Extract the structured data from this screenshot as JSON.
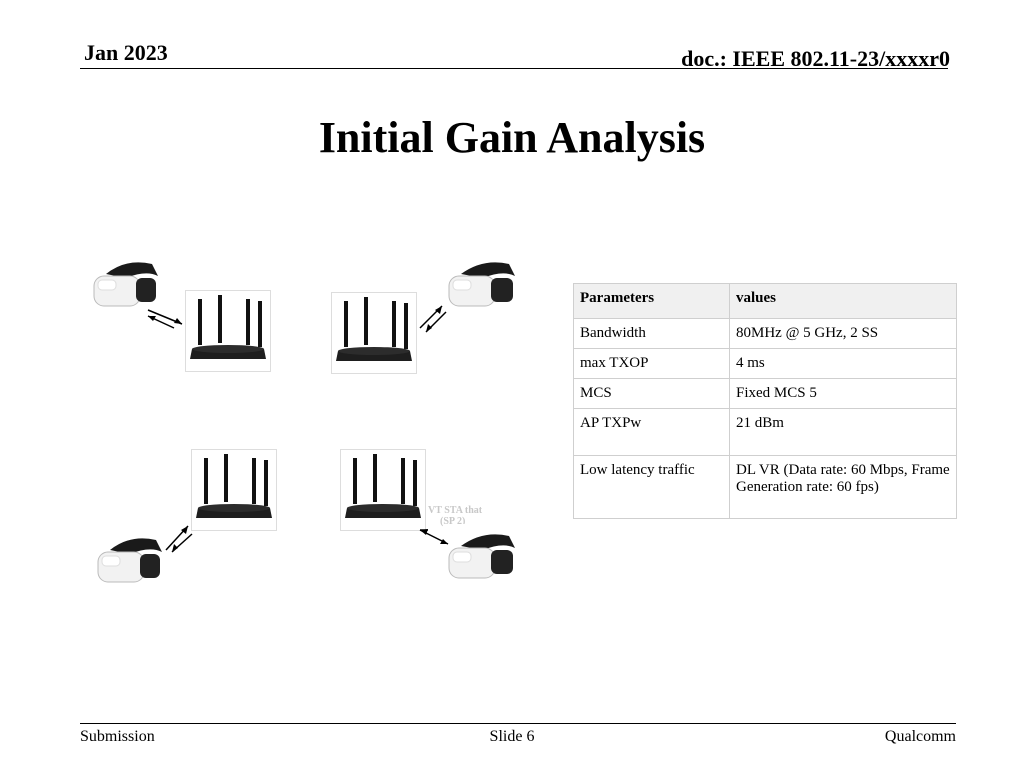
{
  "header": {
    "date": "Jan 2023",
    "doc": "doc.: IEEE 802.11-23/xxxxr0"
  },
  "title": "Initial Gain Analysis",
  "diagram": {
    "faint_text_1": "VT STA that",
    "faint_text_2": "(SP 2)"
  },
  "table": {
    "headers": [
      "Parameters",
      "values"
    ],
    "rows": [
      [
        "Bandwidth",
        "80MHz @ 5 GHz, 2 SS"
      ],
      [
        "max TXOP",
        "4 ms"
      ],
      [
        "MCS",
        "Fixed MCS 5"
      ],
      [
        "AP TXPw",
        "21 dBm"
      ],
      [
        "Low latency traffic",
        "DL VR (Data rate: 60 Mbps, Frame Generation rate: 60 fps)"
      ]
    ]
  },
  "footer": {
    "left": "Submission",
    "center": "Slide 6",
    "right": "Qualcomm"
  }
}
